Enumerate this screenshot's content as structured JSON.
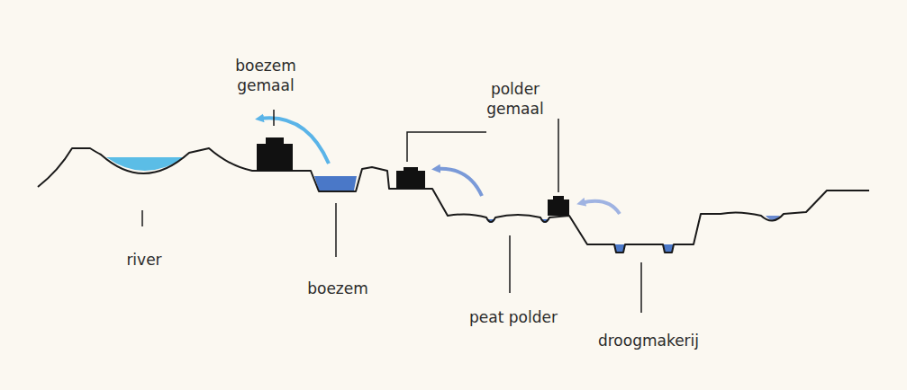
{
  "diagram": {
    "labels": [
      "boezem gemaal",
      "polder gemaal",
      "river",
      "boezem",
      "peat polder",
      "droogmakerij"
    ]
  }
}
